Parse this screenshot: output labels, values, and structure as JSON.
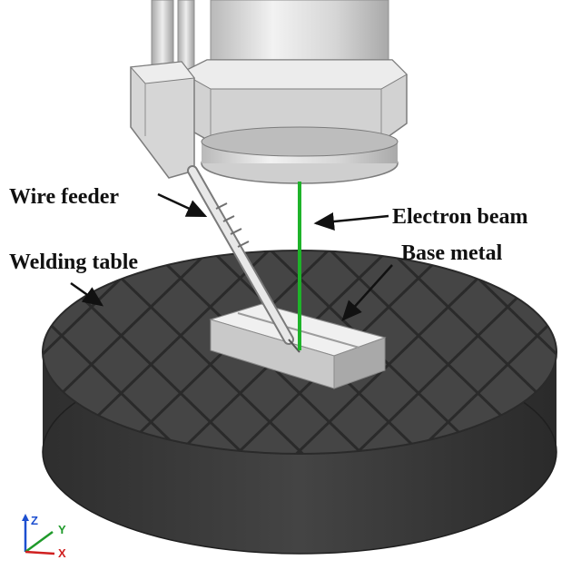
{
  "labels": {
    "wire_feeder": "Wire feeder",
    "electron_beam": "Electron beam",
    "welding_table": "Welding table",
    "base_metal": "Base metal"
  },
  "axes": {
    "z": "Z",
    "y": "Y",
    "x": "X"
  },
  "colors": {
    "beam": "#1fb32a",
    "table_dark": "#3b3b3b",
    "table_top": "#4a4a4a",
    "metal_light": "#dcdcdc",
    "gun_light": "#d8d8d8",
    "axis_z": "#1d4fd0",
    "axis_y": "#1f9a2a",
    "axis_x": "#d02020"
  }
}
